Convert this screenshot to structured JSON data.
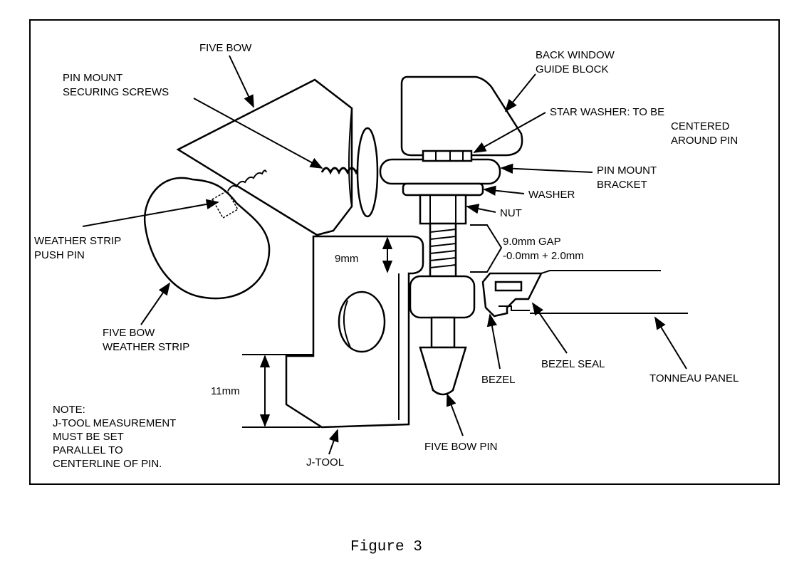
{
  "labels": {
    "five_bow": "FIVE BOW",
    "pin_mount_securing_screws": [
      "PIN MOUNT",
      "SECURING SCREWS"
    ],
    "back_window_guide_block": [
      "BACK WINDOW",
      "GUIDE BLOCK"
    ],
    "star_washer": [
      "STAR WASHER: TO BE",
      "CENTERED",
      "AROUND PIN"
    ],
    "pin_mount_bracket": [
      "PIN MOUNT",
      "BRACKET"
    ],
    "washer": "WASHER",
    "nut": "NUT",
    "gap": [
      "9.0mm GAP",
      "-0.0mm + 2.0mm"
    ],
    "weather_strip_push_pin": [
      "WEATHER STRIP",
      "PUSH PIN"
    ],
    "nine_mm": "9mm",
    "five_bow_weather_strip": [
      "FIVE BOW",
      "WEATHER STRIP"
    ],
    "bezel": "BEZEL",
    "bezel_seal": "BEZEL SEAL",
    "tonneau_panel": "TONNEAU PANEL",
    "eleven_mm": "11mm",
    "note": [
      "NOTE:",
      "J-TOOL MEASUREMENT",
      "MUST BE SET",
      "PARALLEL TO",
      "CENTERLINE OF PIN."
    ],
    "j_tool": "J-TOOL",
    "five_bow_pin": "FIVE BOW PIN"
  },
  "caption": "Figure 3"
}
